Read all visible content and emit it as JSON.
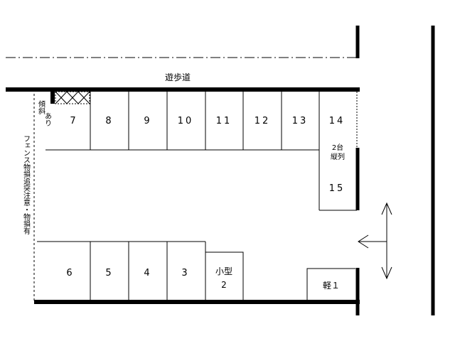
{
  "labels": {
    "promenade": "遊歩道",
    "slope_line1": "傾斜",
    "slope_line2": "あり",
    "fence_note": "フェンス物損追突注意・物損有",
    "tandem_line1": "2台",
    "tandem_line2": "縦列",
    "compact_line1": "小型",
    "compact_line2": "2",
    "kei": "軽１"
  },
  "spaces_top": [
    "7",
    "8",
    "9",
    "10",
    "11",
    "12",
    "13",
    "14"
  ],
  "space_15": "15",
  "spaces_bottom": [
    "6",
    "5",
    "4",
    "3"
  ],
  "icons": {
    "entrance_arrow": "left-arrow-icon",
    "road_direction": "up-down-arrow-icon"
  },
  "colors": {
    "line": "#000000",
    "background": "#ffffff"
  }
}
